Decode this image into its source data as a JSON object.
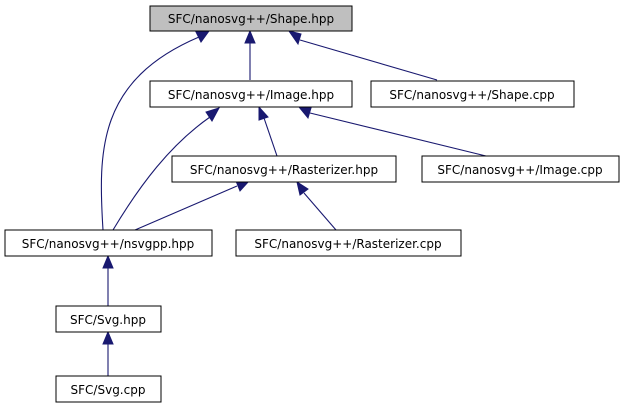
{
  "graph": {
    "colors": {
      "highlight_fill": "#bfbfbf",
      "node_fill": "#ffffff",
      "node_stroke": "#000000",
      "edge": "#191970"
    },
    "nodes": [
      {
        "id": "shape_hpp",
        "label": "SFC/nanosvg++/Shape.hpp",
        "highlighted": true
      },
      {
        "id": "image_hpp",
        "label": "SFC/nanosvg++/Image.hpp",
        "highlighted": false
      },
      {
        "id": "shape_cpp",
        "label": "SFC/nanosvg++/Shape.cpp",
        "highlighted": false
      },
      {
        "id": "rasterizer_hpp",
        "label": "SFC/nanosvg++/Rasterizer.hpp",
        "highlighted": false
      },
      {
        "id": "image_cpp",
        "label": "SFC/nanosvg++/Image.cpp",
        "highlighted": false
      },
      {
        "id": "nsvgpp_hpp",
        "label": "SFC/nanosvg++/nsvgpp.hpp",
        "highlighted": false
      },
      {
        "id": "rasterizer_cpp",
        "label": "SFC/nanosvg++/Rasterizer.cpp",
        "highlighted": false
      },
      {
        "id": "svg_hpp",
        "label": "SFC/Svg.hpp",
        "highlighted": false
      },
      {
        "id": "svg_cpp",
        "label": "SFC/Svg.cpp",
        "highlighted": false
      }
    ],
    "edges": [
      {
        "from": "image_hpp",
        "to": "shape_hpp"
      },
      {
        "from": "shape_cpp",
        "to": "shape_hpp"
      },
      {
        "from": "nsvgpp_hpp",
        "to": "shape_hpp"
      },
      {
        "from": "rasterizer_hpp",
        "to": "image_hpp"
      },
      {
        "from": "image_cpp",
        "to": "image_hpp"
      },
      {
        "from": "nsvgpp_hpp",
        "to": "image_hpp"
      },
      {
        "from": "nsvgpp_hpp",
        "to": "rasterizer_hpp"
      },
      {
        "from": "rasterizer_cpp",
        "to": "rasterizer_hpp"
      },
      {
        "from": "svg_hpp",
        "to": "nsvgpp_hpp"
      },
      {
        "from": "svg_cpp",
        "to": "svg_hpp"
      }
    ]
  }
}
